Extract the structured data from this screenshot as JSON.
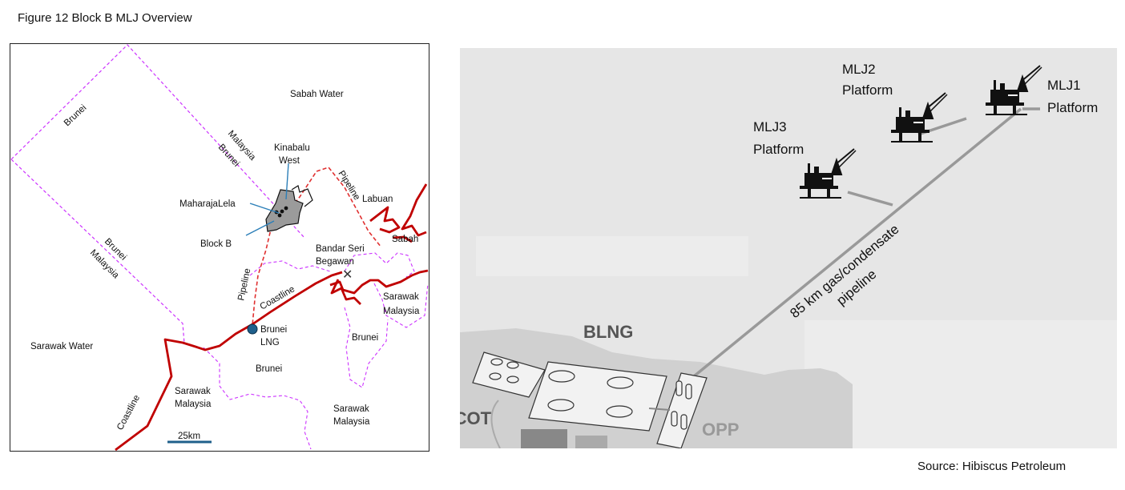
{
  "figure_title": "Figure 12 Block B MLJ Overview",
  "source": "Source: Hibiscus Petroleum",
  "map": {
    "labels": {
      "sabah_water": "Sabah Water",
      "brunei_nw": "Brunei",
      "malaysia_boundary": "Malaysia",
      "brunei_boundary": "Brunei",
      "kinabalu": "Kinabalu",
      "west": "West",
      "maharajalela": "MaharajaLela",
      "block_b": "Block B",
      "pipeline_east": "Pipeline",
      "labuan": "Labuan",
      "sabah": "Sabah",
      "bandar_seri": "Bandar Seri",
      "begawan": "Begawan",
      "brunei_west": "Brunei",
      "malaysia_west": "Malaysia",
      "pipeline_south": "Pipeline",
      "coastline_mid": "Coastline",
      "sarawak_malaysia_e1": "Sarawak",
      "sarawak_malaysia_e2": "Malaysia",
      "brunei_lng_1": "Brunei",
      "brunei_lng_2": "LNG",
      "brunei_east": "Brunei",
      "sarawak_water": "Sarawak Water",
      "brunei_south": "Brunei",
      "sarawak_sw_1": "Sarawak",
      "sarawak_sw_2": "Malaysia",
      "sarawak_se_1": "Sarawak",
      "sarawak_se_2": "Malaysia",
      "coastline_sw": "Coastline",
      "scale": "25km"
    }
  },
  "schematic": {
    "mlj2_1": "MLJ2",
    "mlj2_2": "Platform",
    "mlj1_1": "MLJ1",
    "mlj1_2": "Platform",
    "mlj3_1": "MLJ3",
    "mlj3_2": "Platform",
    "pipeline_1": "85 km gas/condensate",
    "pipeline_2": "pipeline",
    "blng": "BLNG",
    "scot": "SCOT",
    "opp": "OPP"
  },
  "colors": {
    "coastline": "#c00000",
    "boundary": "#cc33ff",
    "pipeline": "#e03030",
    "block_fill": "#9b9b9b",
    "lng_dot": "#1f5f8b",
    "schematic_bg": "#e6e6e6"
  }
}
